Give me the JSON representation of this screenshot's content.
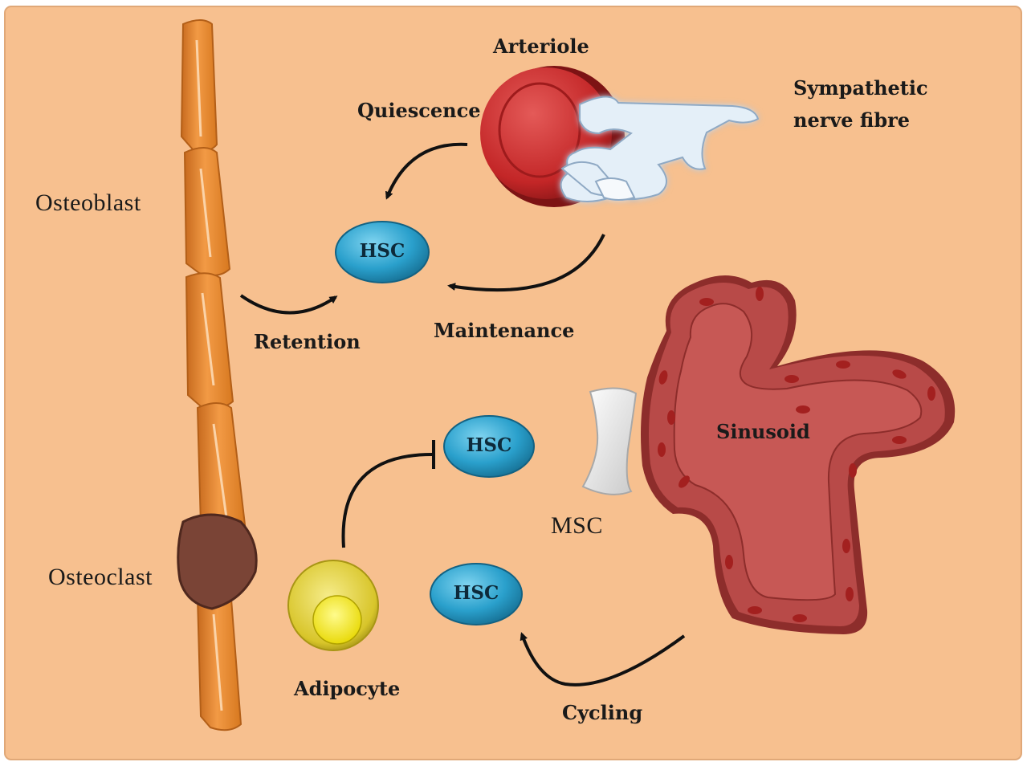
{
  "labels": {
    "arteriole": "Arteriole",
    "sympathetic_line1": "Sympathetic",
    "sympathetic_line2": "nerve fibre",
    "quiescence": "Quiescence",
    "osteoblast": "Osteoblast",
    "retention": "Retention",
    "maintenance": "Maintenance",
    "sinusoid": "Sinusoid",
    "msc": "MSC",
    "osteoclast": "Osteoclast",
    "adipocyte": "Adipocyte",
    "cycling": "Cycling"
  },
  "hsc": {
    "top": "HSC",
    "middle": "HSC",
    "bottom": "HSC"
  },
  "colors": {
    "background": "#f7c08f",
    "osteoblast": "#e8893a",
    "osteoclast": "#7a4436",
    "hsc": "#2fa4cf",
    "arteriole": "#c8292a",
    "sinusoid": "#b84a48",
    "adipocyte": "#e6d32a",
    "nerve": "#dceaf6"
  }
}
